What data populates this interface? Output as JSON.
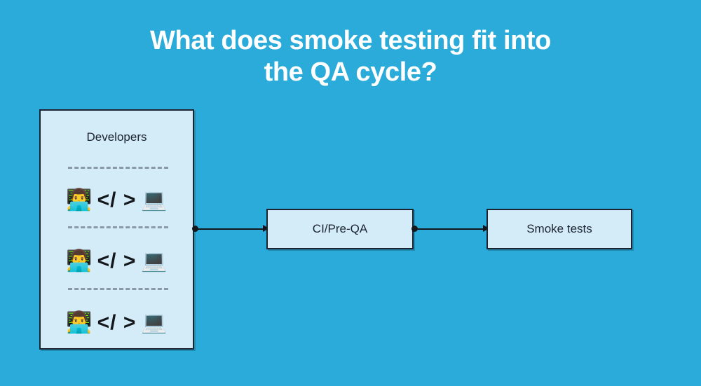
{
  "theme": {
    "background_color": "#2aabda",
    "box_fill_color": "#d4ecf7",
    "box_border_color": "#1b2430",
    "title_color": "#ffffff",
    "divider_color": "#8a99a6",
    "connector_color": "#14181d"
  },
  "title": {
    "line1": "What does smoke testing fit into",
    "line2": "the QA cycle?"
  },
  "diagram": {
    "type": "flow",
    "developers_group": {
      "label": "Developers",
      "rows": [
        {
          "person_icon": "man-technologist-emoji",
          "person_glyph": "👨‍💻",
          "code_text": "</ >",
          "laptop_icon": "laptop-emoji",
          "laptop_glyph": "💻"
        },
        {
          "person_icon": "man-technologist-emoji",
          "person_glyph": "👨‍💻",
          "code_text": "</ >",
          "laptop_icon": "laptop-emoji",
          "laptop_glyph": "💻"
        },
        {
          "person_icon": "man-technologist-emoji",
          "person_glyph": "👨‍💻",
          "code_text": "</ >",
          "laptop_icon": "laptop-emoji",
          "laptop_glyph": "💻"
        }
      ]
    },
    "nodes": [
      {
        "id": "ci",
        "label": "CI/Pre-QA"
      },
      {
        "id": "smoke",
        "label": "Smoke tests"
      }
    ],
    "connectors": [
      {
        "id": "conn-1",
        "from": "developers",
        "to": "ci",
        "start_marker": "dot",
        "end_marker": "arrow"
      },
      {
        "id": "conn-2",
        "from": "ci",
        "to": "smoke",
        "start_marker": "dot",
        "end_marker": "arrow"
      }
    ]
  }
}
